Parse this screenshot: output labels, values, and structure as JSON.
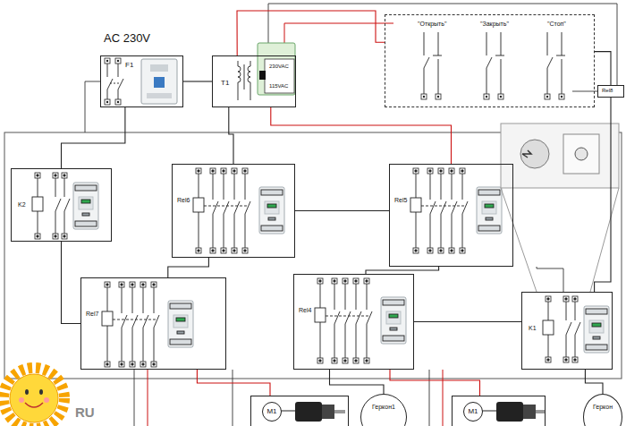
{
  "diagram": {
    "nodes": [
      {
        "text": [
          "AC 230V",
          "F1"
        ]
      },
      {
        "text": [
          "T1",
          "230VAC",
          "115VAC"
        ]
      },
      {
        "text": [
          "\"Открыть\"",
          "\"Закрыть\"",
          "\"Стоп\""
        ]
      },
      {
        "text": [
          "Rel8"
        ]
      },
      {
        "text": [
          "K2"
        ]
      },
      {
        "text": [
          "Rel6"
        ]
      },
      {
        "text": [
          "Rel5"
        ]
      },
      {
        "text": [
          "Rel7"
        ]
      },
      {
        "text": [
          "Rel4"
        ]
      },
      {
        "text": [
          "K1"
        ]
      },
      {
        "text": [
          "M1"
        ]
      },
      {
        "text": [
          "Геркон1"
        ]
      },
      {
        "text": [
          "M1"
        ]
      },
      {
        "text": [
          "Геркон"
        ]
      }
    ],
    "edges": [
      {
        "from": 0,
        "to": 1,
        "arrow": "none"
      },
      {
        "from": 1,
        "to": 2,
        "arrow": "none"
      },
      {
        "from": 2,
        "to": 3,
        "arrow": "none"
      },
      {
        "from": 1,
        "to": 5,
        "arrow": "none"
      },
      {
        "from": 1,
        "to": 6,
        "arrow": "none"
      },
      {
        "from": 0,
        "to": 4,
        "arrow": "none"
      },
      {
        "from": 4,
        "to": 7,
        "arrow": "none"
      },
      {
        "from": 5,
        "to": 7,
        "arrow": "none"
      },
      {
        "from": 6,
        "to": 8,
        "arrow": "none"
      },
      {
        "from": 8,
        "to": 9,
        "arrow": "none"
      },
      {
        "from": 7,
        "to": 10,
        "arrow": "none"
      },
      {
        "from": 8,
        "to": 11,
        "arrow": "none"
      },
      {
        "from": 8,
        "to": 12,
        "arrow": "none"
      },
      {
        "from": 9,
        "to": 13,
        "arrow": "none"
      },
      {
        "from": 3,
        "to": 9,
        "arrow": "none"
      },
      {
        "from": 5,
        "to": 6,
        "arrow": "none"
      }
    ],
    "labels": [
      "RU"
    ]
  }
}
